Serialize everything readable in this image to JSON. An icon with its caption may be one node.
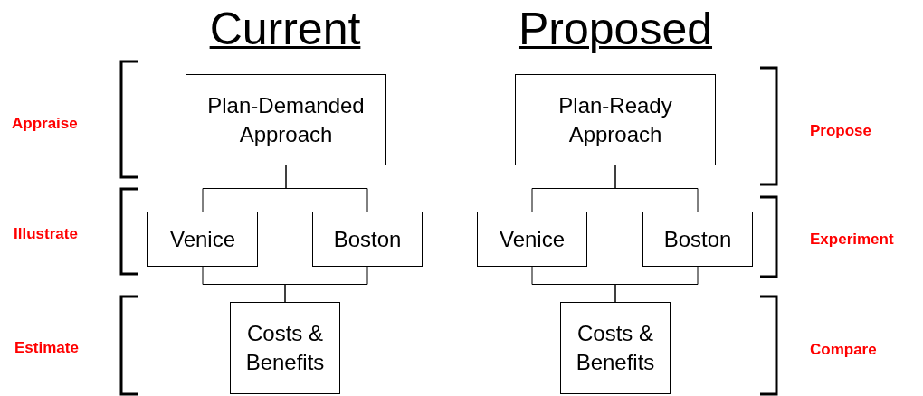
{
  "diagram": {
    "nodes": [
      {
        "text": [
          "Plan-Demanded Approach"
        ]
      },
      {
        "text": [
          "Venice"
        ]
      },
      {
        "text": [
          "Boston"
        ]
      },
      {
        "text": [
          "Costs & Benefits"
        ]
      },
      {
        "text": [
          "Plan-Ready Approach"
        ]
      },
      {
        "text": [
          "Venice"
        ]
      },
      {
        "text": [
          "Boston"
        ]
      },
      {
        "text": [
          "Costs & Benefits"
        ]
      }
    ],
    "edges": [
      {
        "from": 0,
        "to": 1,
        "arrow": "none"
      },
      {
        "from": 0,
        "to": 2,
        "arrow": "none"
      },
      {
        "from": 1,
        "to": 3,
        "arrow": "none"
      },
      {
        "from": 2,
        "to": 3,
        "arrow": "none"
      },
      {
        "from": 4,
        "to": 5,
        "arrow": "none"
      },
      {
        "from": 4,
        "to": 6,
        "arrow": "none"
      },
      {
        "from": 5,
        "to": 7,
        "arrow": "none"
      },
      {
        "from": 6,
        "to": 7,
        "arrow": "none"
      }
    ],
    "labels": [
      "Current",
      "Proposed",
      "Appraise",
      "Propose",
      "Illustrate",
      "Experiment",
      "Estimate",
      "Compare"
    ]
  }
}
